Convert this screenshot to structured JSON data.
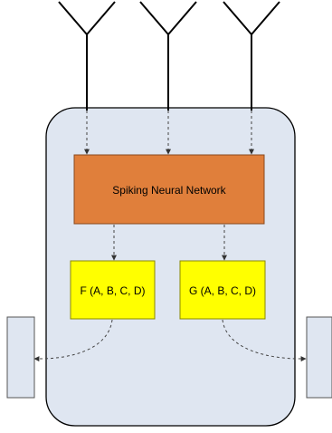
{
  "diagram": {
    "snn_label": "Spiking Neural Network",
    "f_label": "F (A, B, C, D)",
    "g_label": "G (A, B, C, D)",
    "colors": {
      "body_fill": "#dfe6f1",
      "snn_fill": "#e07f3b",
      "function_fill": "#ffff00",
      "wheel_fill": "#dfe6f1",
      "line": "#000000",
      "dashed": "#444444"
    }
  }
}
